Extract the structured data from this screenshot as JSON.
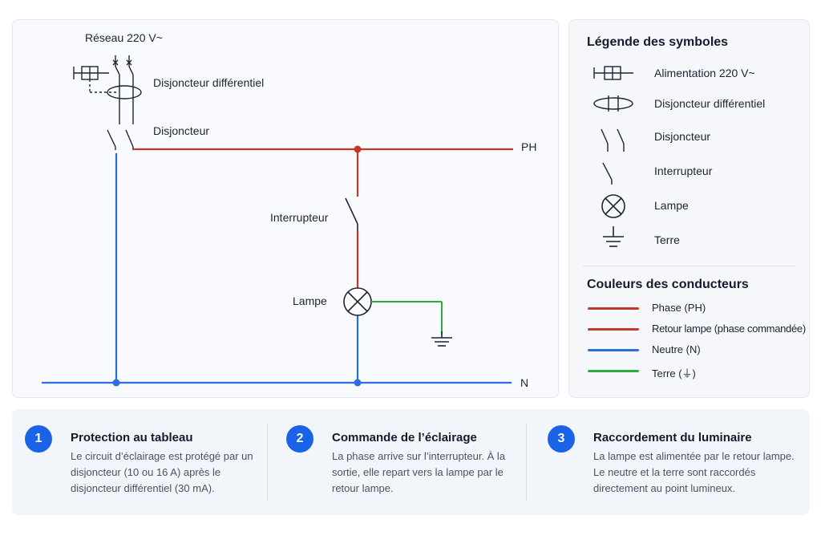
{
  "diagram": {
    "network_label": "Réseau 220 V~",
    "differential_label": "Disjoncteur différentiel",
    "breaker_label": "Disjoncteur",
    "switch_label": "Interrupteur",
    "lamp_label": "Lampe",
    "phase_label": "PH",
    "neutral_label": "N"
  },
  "legend": {
    "symbols_title": "Légende des symboles",
    "symbols": [
      {
        "icon": "power-supply-icon",
        "label": "Alimentation 220 V~"
      },
      {
        "icon": "differential-breaker-icon",
        "label": "Disjoncteur différentiel"
      },
      {
        "icon": "breaker-icon",
        "label": "Disjoncteur"
      },
      {
        "icon": "switch-icon",
        "label": "Interrupteur"
      },
      {
        "icon": "lamp-icon",
        "label": "Lampe"
      },
      {
        "icon": "ground-icon",
        "label": "Terre"
      }
    ],
    "colors_title": "Couleurs des conducteurs",
    "conductors": [
      {
        "label": "Phase (PH)",
        "color": "#c0392b"
      },
      {
        "label": "Retour lampe (phase commandée)",
        "color": "#c0392b"
      },
      {
        "label": "Neutre (N)",
        "color": "#2a6fdb"
      },
      {
        "label": "Terre (⏚)",
        "color": "#2eaa3f"
      }
    ]
  },
  "steps": [
    {
      "number": "1",
      "title": "Protection au tableau",
      "text": "Le circuit d’éclairage est protégé par un disjoncteur (10 ou 16 A) après le disjoncteur différentiel (30 mA)."
    },
    {
      "number": "2",
      "title": "Commande de l’éclairage",
      "text": "La phase arrive sur l’interrupteur. À la sortie, elle repart vers la lampe par le retour lampe."
    },
    {
      "number": "3",
      "title": "Raccordement du luminaire",
      "text": "La lampe est alimentée par le retour lampe. Le neutre et la terre sont raccordés directement au point lumineux."
    }
  ]
}
